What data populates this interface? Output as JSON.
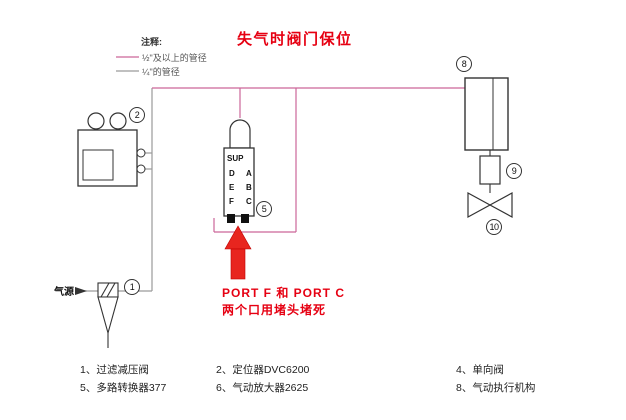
{
  "title": "失气时阀门保位",
  "notes": {
    "heading": "注释:",
    "items": [
      {
        "label": "½\"及以上的管径"
      },
      {
        "label": "¼\"的管径"
      }
    ]
  },
  "air_source": "气源",
  "trip_valve_ports": {
    "sup": "SUP",
    "d": "D",
    "e": "E",
    "f": "F",
    "a": "A",
    "b": "B",
    "c": "C"
  },
  "callouts": {
    "filter": "1",
    "positioner": "2",
    "trip_valve": "5",
    "actuator": "8",
    "booster": "9",
    "valve": "10"
  },
  "annotation": {
    "line1": "PORT F 和 PORT C",
    "line2": "两个口用堵头堵死"
  },
  "legend": {
    "items": [
      "1、过滤减压阀",
      "5、多路转换器377",
      "2、定位器DVC6200",
      "6、气动放大器2625",
      "4、单向阀",
      "8、气动执行机构"
    ]
  },
  "colors": {
    "title_red": "#e60012",
    "arrow_red": "#e8251f",
    "pipe_pink": "#cc6699",
    "pipe_gray": "#9a9a9a",
    "component_black": "#333333"
  }
}
